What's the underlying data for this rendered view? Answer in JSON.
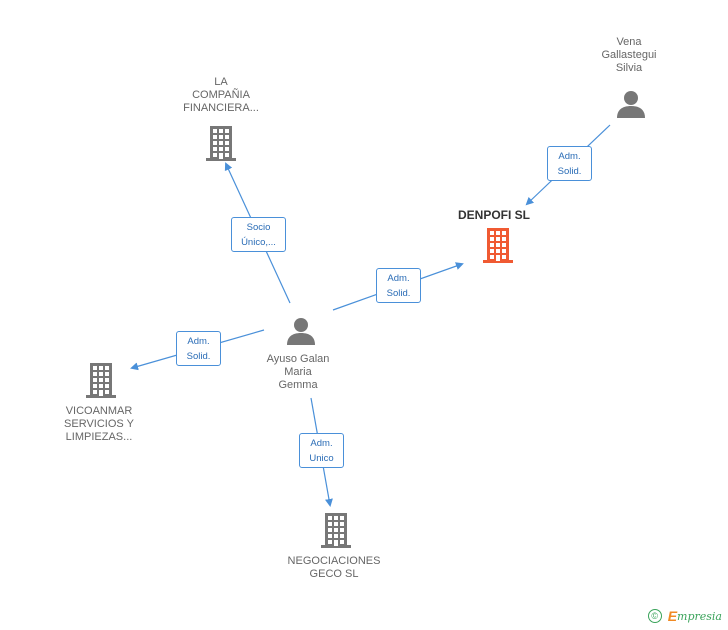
{
  "colors": {
    "edge": "#4a90d9",
    "company": "#777777",
    "main_company": "#f05a32",
    "person": "#777777"
  },
  "nodes": [
    {
      "id": "la-compania",
      "type": "company",
      "label": "LA\nCOMPAÑIA\nFINANCIERA..."
    },
    {
      "id": "vena",
      "type": "person",
      "label": "Vena\nGallastegui\nSilvia"
    },
    {
      "id": "denpofi",
      "type": "company",
      "main": true,
      "label": "DENPOFI SL"
    },
    {
      "id": "ayuso",
      "type": "person",
      "label": "Ayuso Galan\nMaria\nGemma"
    },
    {
      "id": "vicoanmar",
      "type": "company",
      "label": "VICOANMAR\nSERVICIOS Y\nLIMPIEZAS..."
    },
    {
      "id": "negociaciones",
      "type": "company",
      "label": "NEGOCIACIONES\nGECO SL"
    }
  ],
  "edges": [
    {
      "from": "ayuso",
      "to": "la-compania",
      "label": "Socio\nÚnico,..."
    },
    {
      "from": "vena",
      "to": "denpofi",
      "label": "Adm.\nSolid."
    },
    {
      "from": "ayuso",
      "to": "denpofi",
      "label": "Adm.\nSolid."
    },
    {
      "from": "ayuso",
      "to": "vicoanmar",
      "label": "Adm.\nSolid."
    },
    {
      "from": "ayuso",
      "to": "negociaciones",
      "label": "Adm.\nUnico"
    }
  ],
  "footer": {
    "copyright": "©",
    "brand_initial": "E",
    "brand_rest": "mpresia"
  }
}
